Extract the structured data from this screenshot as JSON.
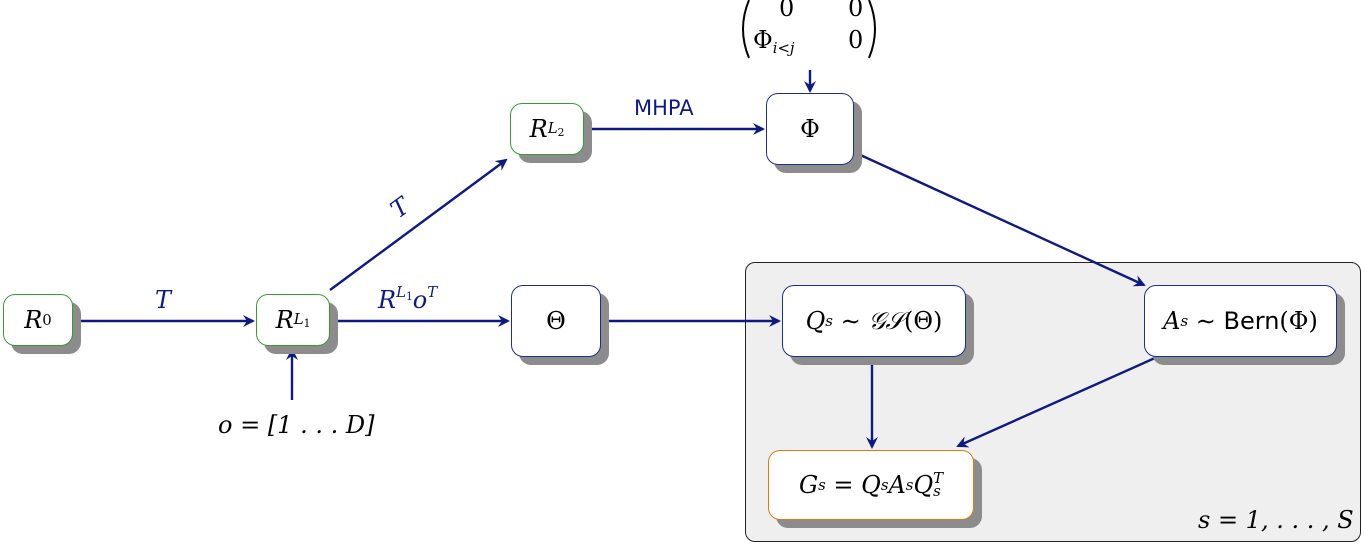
{
  "nodes": {
    "r0": {
      "base": "R",
      "sup": "0"
    },
    "rl1": {
      "base": "R",
      "sup": "L",
      "supsub": "1"
    },
    "rl2": {
      "base": "R",
      "sup": "L",
      "supsub": "2"
    },
    "phi": {
      "text": "Φ"
    },
    "theta": {
      "text": "Θ"
    },
    "qs": {
      "left": "Q",
      "sub": "s",
      "mid": " ∼ ",
      "cal": "𝒢𝒮",
      "arg": "(Θ)"
    },
    "as": {
      "left": "A",
      "sub": "s",
      "mid": " ∼ ",
      "fn": "Bern",
      "arg": "(Φ)"
    },
    "gs": {
      "g": "G",
      "gsub": "s",
      "eq": " = ",
      "q1": "Q",
      "q1sub": "s",
      "a": "A",
      "asub": "s",
      "q2": "Q",
      "q2sub": "s",
      "q2sup": "T"
    }
  },
  "edge_labels": {
    "t_lower": "T",
    "t_diag": "T",
    "mhpa": "MHPA",
    "rl1ot": {
      "base": "R",
      "sup": "L",
      "supsub": "1",
      "o": "o",
      "osup": "T"
    }
  },
  "annotations": {
    "order": "o = [1 . . . D]",
    "plate": "s = 1, . . . , S"
  },
  "matrix": {
    "r1c1": "0",
    "r1c2": "0",
    "r2c1_base": "Φ",
    "r2c1_sub": "i<j",
    "r2c2": "0"
  },
  "colors": {
    "arrow": "#0f1a80",
    "green_border": "#3a9a3a",
    "blue_border": "#1e2f8a",
    "orange_border": "#e07a10",
    "shadow": "#8c8c8c",
    "plate_fill": "#efefef"
  }
}
